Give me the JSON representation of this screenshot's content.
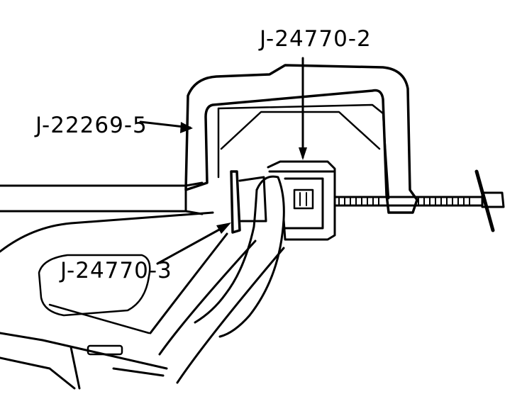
{
  "labels": {
    "top_tool": "J-24770-2",
    "left_tool": "J-22269-5",
    "lower_tool": "J-24770-3"
  },
  "colors": {
    "ink": "#000000",
    "paper": "#ffffff"
  }
}
